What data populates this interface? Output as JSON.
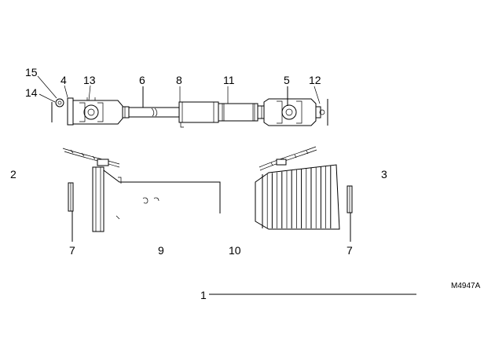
{
  "callouts": {
    "c1": "1",
    "c2": "2",
    "c3": "3",
    "c4": "4",
    "c5": "5",
    "c6": "6",
    "c7a": "7",
    "c7b": "7",
    "c8": "8",
    "c9": "9",
    "c10": "10",
    "c11": "11",
    "c12": "12",
    "c13": "13",
    "c14": "14",
    "c15": "15"
  },
  "drawing_code": "M4947A"
}
